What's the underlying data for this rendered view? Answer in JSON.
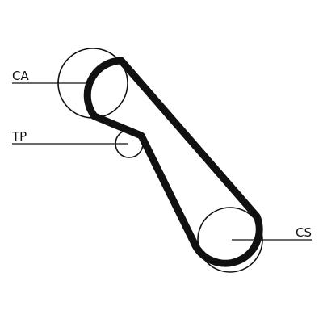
{
  "diagram": {
    "type": "timing-belt-routing",
    "labels": {
      "camshaft": "CA",
      "tensioner": "TP",
      "crankshaft": "CS"
    },
    "colors": {
      "belt": "#111111",
      "line": "#111111",
      "background": "#ffffff"
    }
  }
}
